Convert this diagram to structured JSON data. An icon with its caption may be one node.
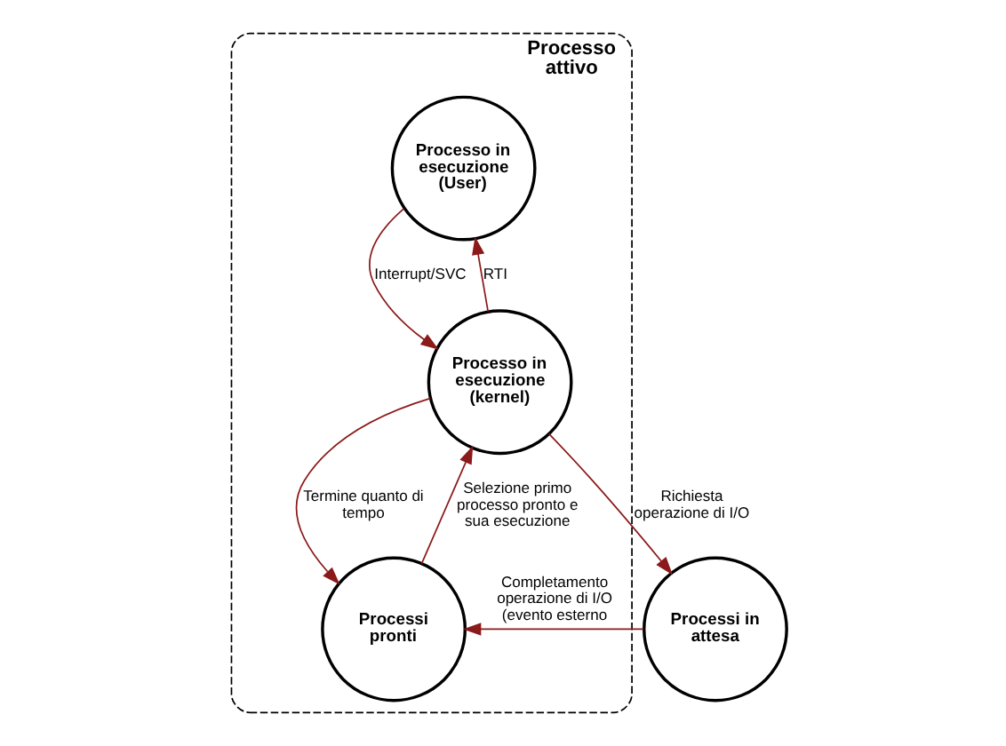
{
  "diagram": {
    "nodes": [
      {
        "text": [
          "Processo attivo"
        ]
      },
      {
        "text": [
          "Processo in esecuzione (User)"
        ],
        "in": 0
      },
      {
        "text": [
          "Processo in esecuzione (kernel)"
        ],
        "in": 0
      },
      {
        "text": [
          "Processi pronti"
        ],
        "in": 0
      },
      {
        "text": [
          "Processi in attesa"
        ]
      }
    ],
    "edges": [
      {
        "from": 1,
        "to": 2,
        "arrow": "to",
        "label": "Interrupt/SVC",
        "color": "#8b1a1a"
      },
      {
        "from": 2,
        "to": 1,
        "arrow": "to",
        "label": "RTI",
        "color": "#8b1a1a"
      },
      {
        "from": 3,
        "to": 2,
        "arrow": "to",
        "label": "Selezione primo processo pronto e sua esecuzione",
        "color": "#8b1a1a"
      },
      {
        "from": 2,
        "to": 3,
        "arrow": "to",
        "label": "Termine quanto di tempo",
        "color": "#8b1a1a"
      },
      {
        "from": 2,
        "to": 4,
        "arrow": "to",
        "label": "Richiesta operazione di I/O",
        "color": "#8b1a1a"
      },
      {
        "from": 4,
        "to": 3,
        "arrow": "to",
        "label": "Completamento operazione di I/O (evento esterno",
        "color": "#8b1a1a"
      }
    ]
  }
}
